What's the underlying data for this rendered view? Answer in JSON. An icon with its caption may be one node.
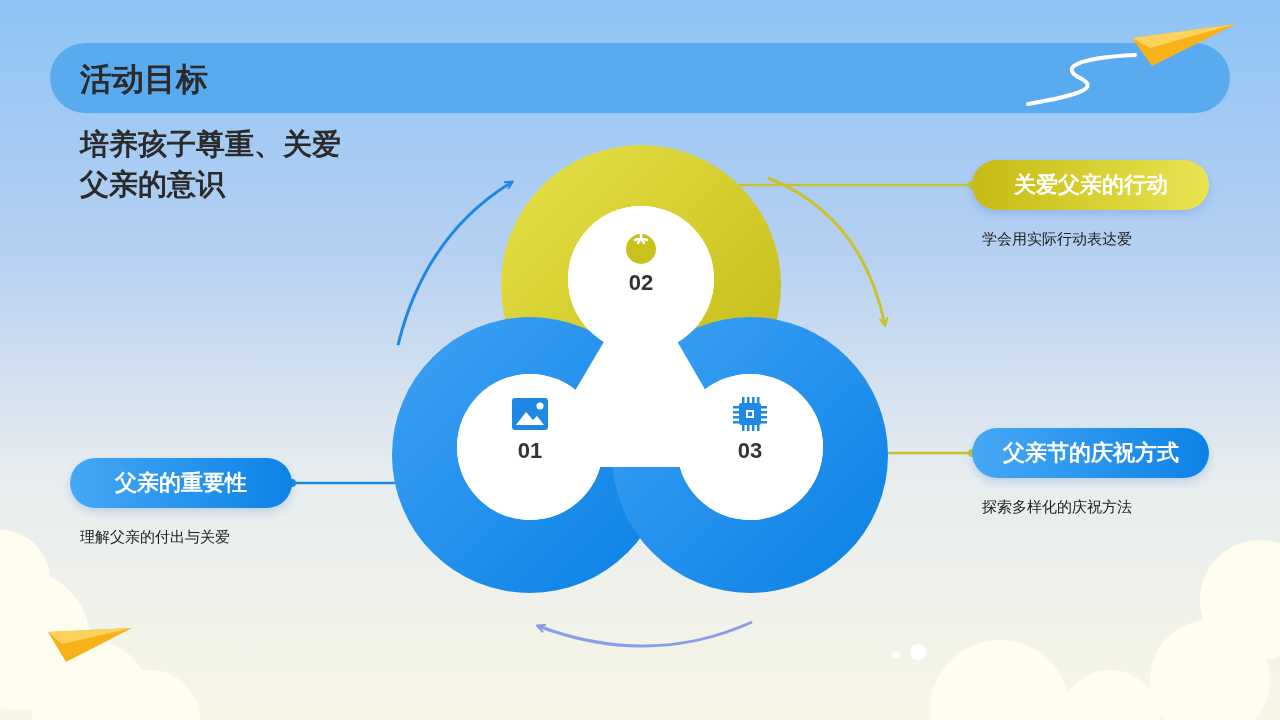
{
  "diagram": {
    "title": "活动目标",
    "nodes": [
      {
        "text": [],
        "shape": "picture"
      },
      {
        "text": [
          "01"
        ],
        "in": 0
      },
      {
        "text": [
          "02"
        ],
        "in": 0
      },
      {
        "text": [
          "03"
        ],
        "in": 0
      },
      {
        "text": [
          "父亲的重要性"
        ],
        "beside": [
          "理解父亲的付出与关爱"
        ]
      },
      {
        "text": [
          "关爱父亲的行动"
        ],
        "beside": [
          "学会用实际行动表达爱"
        ]
      },
      {
        "text": [
          "父亲节的庆祝方式"
        ],
        "beside": [
          "探索多样化的庆祝方法"
        ]
      }
    ],
    "edges": [
      {
        "from": 0,
        "to": 4,
        "arrow": "other",
        "color": "#1e88e5"
      },
      {
        "from": 0,
        "to": 5,
        "arrow": "other"
      },
      {
        "from": 0,
        "to": 6,
        "arrow": "other"
      }
    ],
    "labels": [
      "培养孩子尊重、关爱父亲的意识"
    ]
  }
}
